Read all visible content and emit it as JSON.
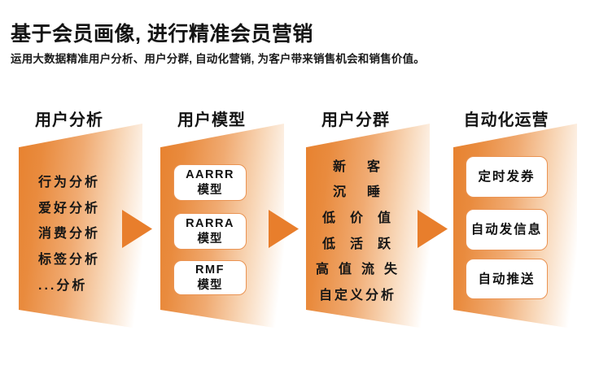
{
  "meta": {
    "background": "#ffffff",
    "accent_orange": "#e87e2c",
    "panel_gradient_start": "#e7812e",
    "card_border": "#ea9352",
    "card_bg": "#ffffff",
    "text_color": "#141414"
  },
  "header": {
    "title": "基于会员画像, 进行精准会员营销",
    "subtitle": "运用大数据精准用户分析、用户分群, 自动化营销, 为客户带来销售机会和销售价值。"
  },
  "flow": {
    "arrow_icon": "right-arrowhead-triangle",
    "columns": [
      {
        "title": "用户分析",
        "items": [
          "行为分析",
          "爱好分析",
          "消费分析",
          "标签分析",
          "...分析"
        ]
      },
      {
        "title": "用户模型",
        "cards": [
          {
            "line1": "AARRR",
            "line2": "模型"
          },
          {
            "line1": "RARRA",
            "line2": "模型"
          },
          {
            "line1": "RMF",
            "line2": "模型"
          }
        ]
      },
      {
        "title": "用户分群",
        "items": [
          "新客",
          "沉睡",
          "低价值",
          "低活跃",
          "高值流失",
          "自定义分析"
        ]
      },
      {
        "title": "自动化运营",
        "cards": [
          {
            "line1": "定时发券"
          },
          {
            "line1": "自动发信息"
          },
          {
            "line1": "自动推送"
          }
        ]
      }
    ]
  }
}
